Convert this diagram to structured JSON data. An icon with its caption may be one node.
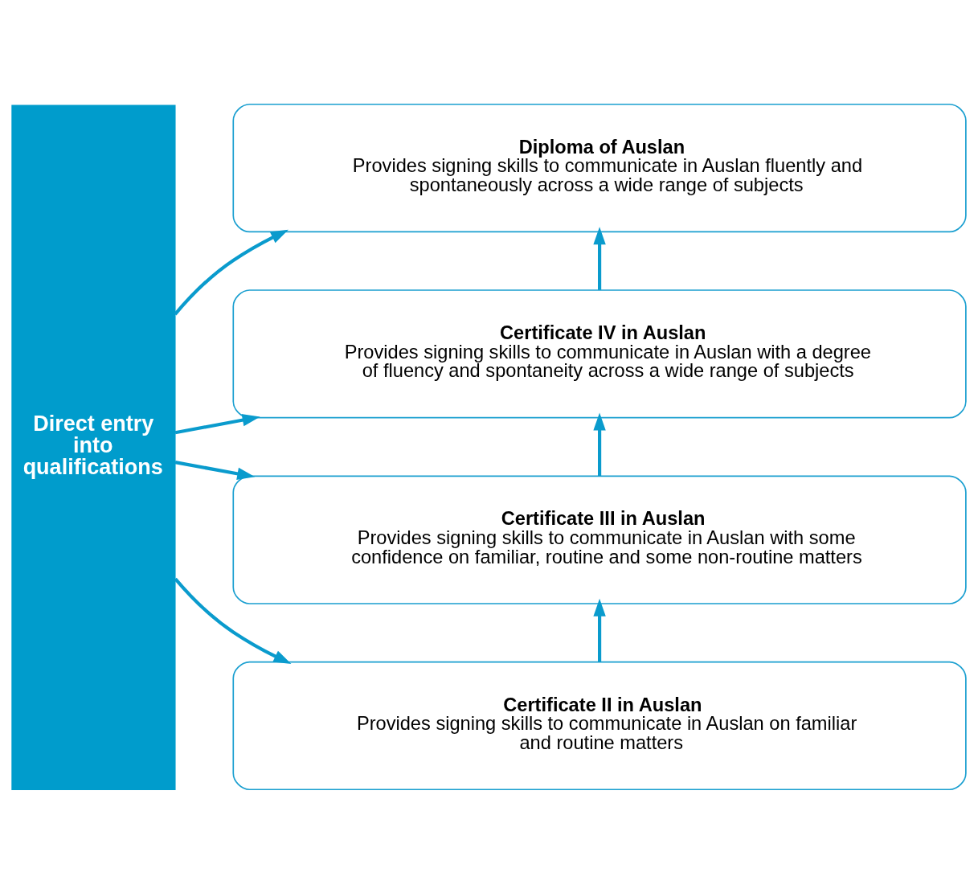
{
  "diagram": {
    "nodes": [
      {
        "text": [
          "Direct entry into qualifications"
        ]
      },
      {
        "text": [
          "Diploma of Auslan",
          "Provides signing skills to communicate in Auslan fluently and spontaneously across a wide range of subjects"
        ]
      },
      {
        "text": [
          "Certificate IV in Auslan",
          "Provides signing skills to communicate in Auslan with a degree of fluency and spontaneity across a wide range of subjects"
        ]
      },
      {
        "text": [
          "Certificate III in Auslan",
          "Provides signing skills to communicate in Auslan with some confidence on familiar, routine and some non-routine matters"
        ]
      },
      {
        "text": [
          "Certificate II in Auslan",
          "Provides signing skills to communicate in Auslan on familiar and routine matters"
        ]
      }
    ],
    "edges": [
      {
        "from": 0,
        "to": 1,
        "arrow": "to"
      },
      {
        "from": 0,
        "to": 2,
        "arrow": "to"
      },
      {
        "from": 0,
        "to": 3,
        "arrow": "to"
      },
      {
        "from": 0,
        "to": 4,
        "arrow": "to"
      },
      {
        "from": 4,
        "to": 3,
        "arrow": "to"
      },
      {
        "from": 3,
        "to": 2,
        "arrow": "to"
      },
      {
        "from": 2,
        "to": 1,
        "arrow": "to"
      }
    ]
  }
}
